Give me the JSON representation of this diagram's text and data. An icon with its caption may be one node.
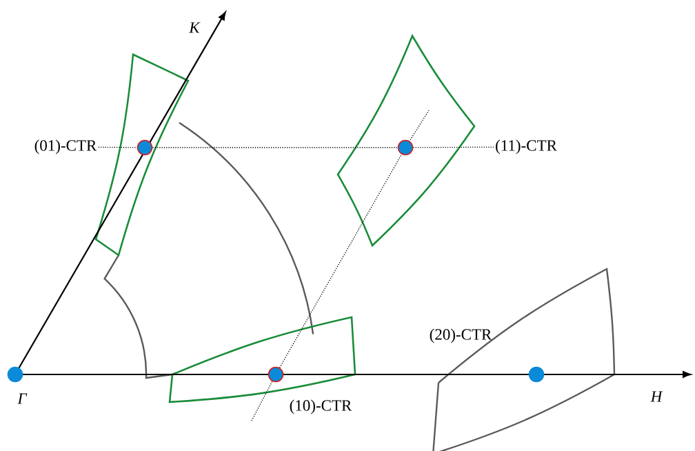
{
  "diagram": {
    "nodes": [
      {
        "text": [
          "(01)-CTR"
        ]
      },
      {
        "text": [],
        "shape": "circle"
      },
      {
        "text": [],
        "shape": "circle"
      },
      {
        "text": [
          "(11)-CTR"
        ]
      },
      {
        "text": [],
        "shape": "circle",
        "beside": [
          "Γ"
        ]
      },
      {
        "text": [],
        "shape": "circle",
        "beside": [
          "(10)-CTR"
        ]
      },
      {
        "text": [],
        "shape": "circle",
        "beside": [
          "(20)-CTR"
        ]
      }
    ],
    "edges": [
      {
        "from": 0,
        "to": 1,
        "arrow": "none",
        "style": "dashed"
      },
      {
        "from": 1,
        "to": 2,
        "arrow": "none",
        "style": "dashed"
      },
      {
        "from": 2,
        "to": 3,
        "arrow": "none",
        "style": "dashed"
      },
      {
        "from": 5,
        "to": 2,
        "arrow": "none",
        "style": "dashed"
      }
    ],
    "labels": [
      "K",
      "H"
    ]
  }
}
